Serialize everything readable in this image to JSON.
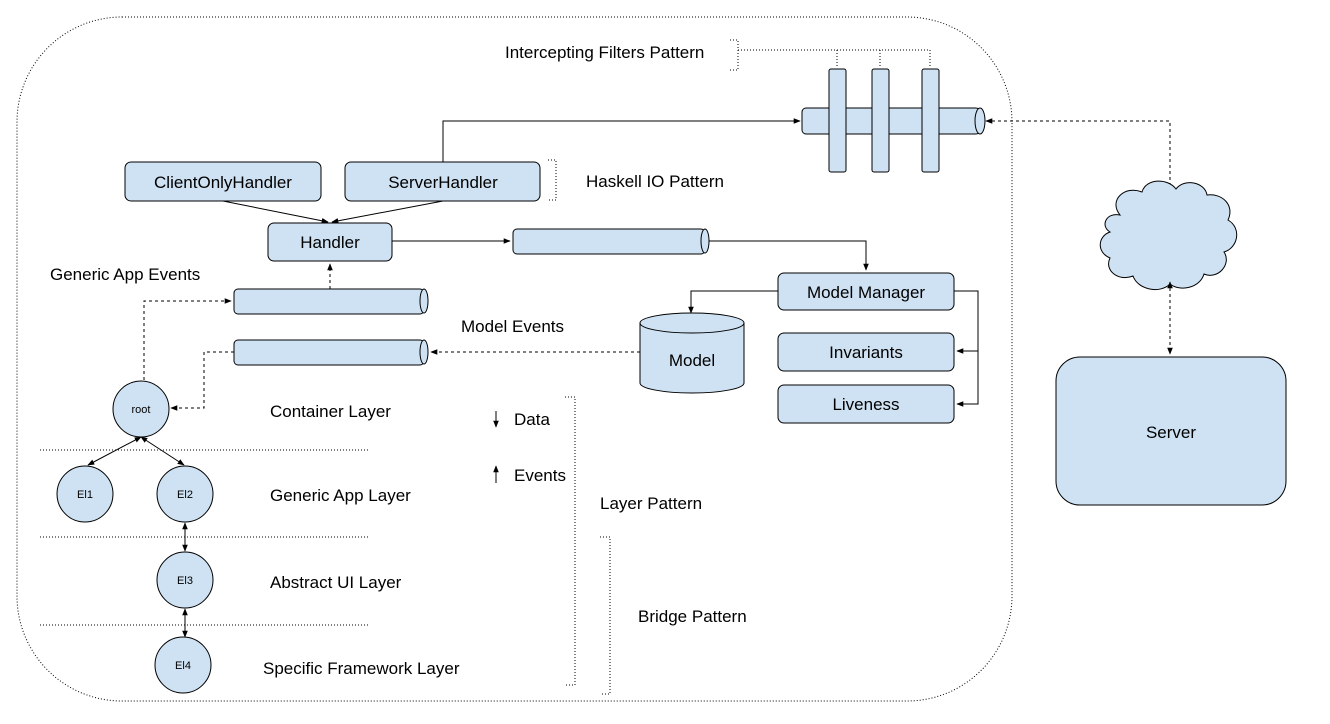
{
  "labels": {
    "intercepting_filters": "Intercepting Filters Pattern",
    "haskell_io": "Haskell IO Pattern",
    "generic_app_events": "Generic App Events",
    "model_events": "Model Events",
    "container_layer": "Container Layer",
    "generic_app_layer": "Generic App Layer",
    "abstract_ui_layer": "Abstract UI Layer",
    "specific_framework_layer": "Specific Framework Layer",
    "layer_pattern": "Layer Pattern",
    "bridge_pattern": "Bridge Pattern",
    "data": "Data",
    "events": "Events"
  },
  "nodes": {
    "client_only_handler": "ClientOnlyHandler",
    "server_handler": "ServerHandler",
    "handler": "Handler",
    "model_manager": "Model Manager",
    "model": "Model",
    "invariants": "Invariants",
    "liveness": "Liveness",
    "server": "Server",
    "root": "root",
    "el1": "El1",
    "el2": "El2",
    "el3": "El3",
    "el4": "El4"
  },
  "colors": {
    "node_fill": "#cfe2f3",
    "stroke": "#000000"
  }
}
